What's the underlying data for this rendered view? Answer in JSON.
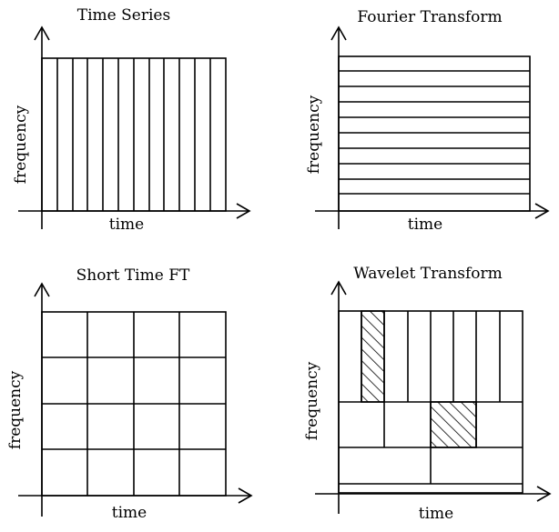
{
  "panels": {
    "time_series": {
      "title": "Time Series",
      "xlabel": "time",
      "ylabel": "frequency"
    },
    "fourier": {
      "title": "Fourier Transform",
      "xlabel": "time",
      "ylabel": "frequency"
    },
    "stft": {
      "title": "Short Time FT",
      "xlabel": "time",
      "ylabel": "frequency"
    },
    "wavelet": {
      "title": "Wavelet Transform",
      "xlabel": "time",
      "ylabel": "frequency"
    }
  }
}
